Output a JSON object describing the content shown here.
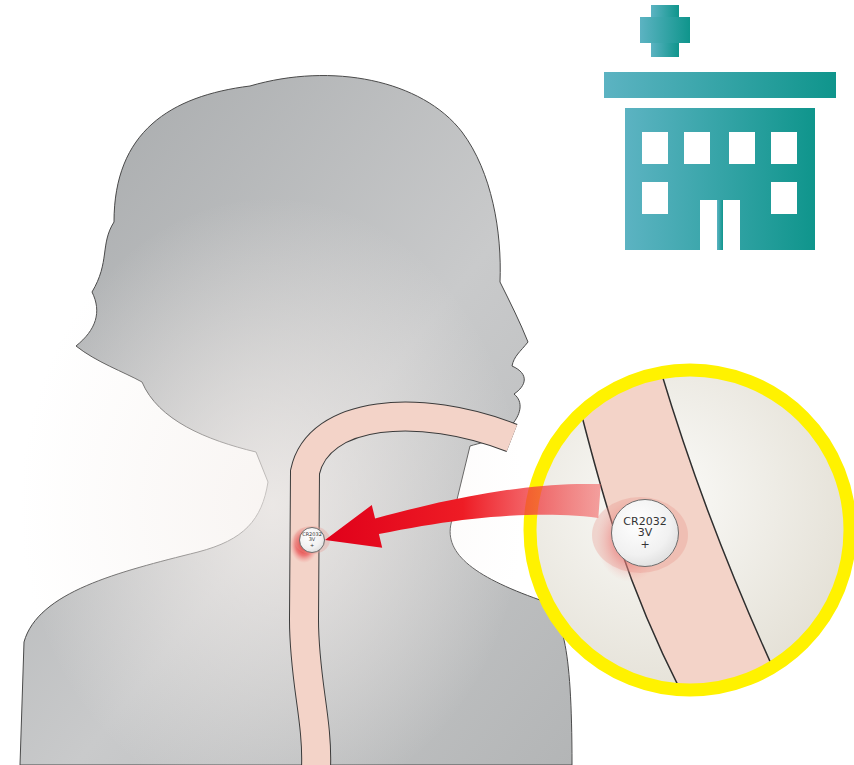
{
  "diagram": {
    "nodes": [
      {
        "text": [
          "CR2032",
          "3V",
          "+"
        ]
      },
      {
        "text": [
          "CR2032",
          "3V",
          "+"
        ]
      }
    ],
    "edges": [
      {
        "from": 1,
        "to": 0,
        "arrow": "to"
      }
    ]
  }
}
